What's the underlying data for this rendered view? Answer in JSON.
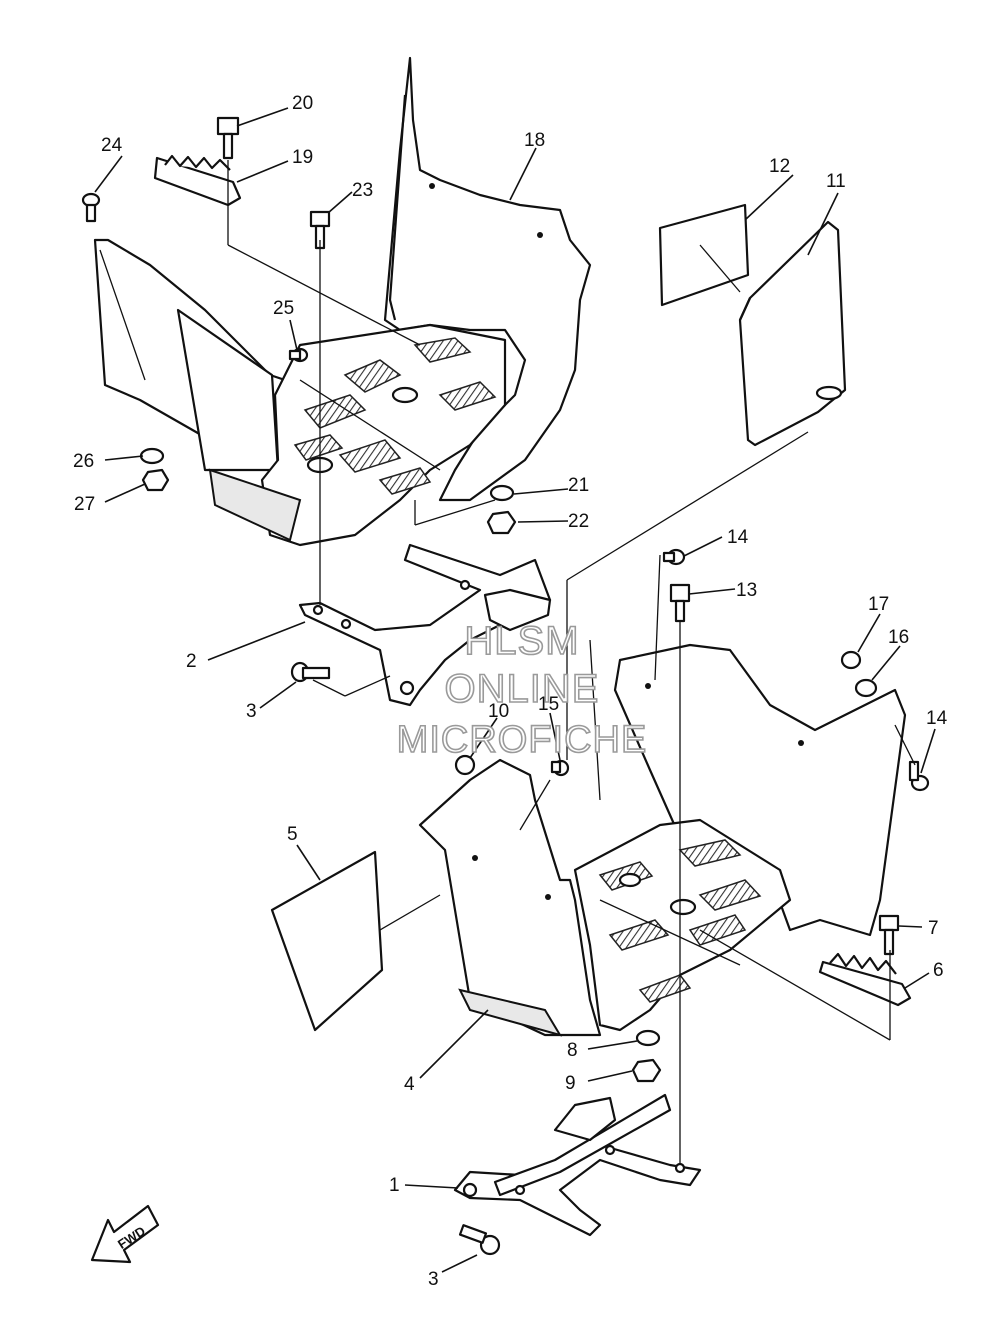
{
  "callouts": [
    {
      "id": "1",
      "text": "1"
    },
    {
      "id": "2",
      "text": "2"
    },
    {
      "id": "3a",
      "text": "3"
    },
    {
      "id": "3b",
      "text": "3"
    },
    {
      "id": "4",
      "text": "4"
    },
    {
      "id": "5",
      "text": "5"
    },
    {
      "id": "6",
      "text": "6"
    },
    {
      "id": "7",
      "text": "7"
    },
    {
      "id": "8",
      "text": "8"
    },
    {
      "id": "9",
      "text": "9"
    },
    {
      "id": "10",
      "text": "10"
    },
    {
      "id": "11",
      "text": "11"
    },
    {
      "id": "12",
      "text": "12"
    },
    {
      "id": "13",
      "text": "13"
    },
    {
      "id": "14a",
      "text": "14"
    },
    {
      "id": "14b",
      "text": "14"
    },
    {
      "id": "15",
      "text": "15"
    },
    {
      "id": "16",
      "text": "16"
    },
    {
      "id": "17",
      "text": "17"
    },
    {
      "id": "18",
      "text": "18"
    },
    {
      "id": "19",
      "text": "19"
    },
    {
      "id": "20",
      "text": "20"
    },
    {
      "id": "21",
      "text": "21"
    },
    {
      "id": "22",
      "text": "22"
    },
    {
      "id": "23",
      "text": "23"
    },
    {
      "id": "24",
      "text": "24"
    },
    {
      "id": "25",
      "text": "25"
    },
    {
      "id": "26",
      "text": "26"
    },
    {
      "id": "27",
      "text": "27"
    }
  ],
  "watermark": {
    "line1": "HLSM",
    "line2": "ONLINE",
    "line3": "MICROFICHE"
  },
  "direction_arrow": {
    "label": "FWD"
  },
  "colors": {
    "line": "#111111",
    "watermark_outline": "#9a9a9a",
    "background": "#ffffff"
  }
}
